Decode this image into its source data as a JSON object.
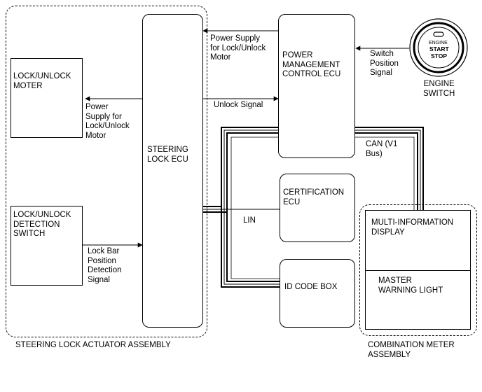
{
  "assemblies": {
    "steering_lock_actuator": "STEERING LOCK ACTUATOR ASSEMBLY",
    "combination_meter": "COMBINATION METER\nASSEMBLY"
  },
  "components": {
    "lock_unlock_motor": "LOCK/UNLOCK\nMOTER",
    "lock_unlock_detection_switch": "LOCK/UNLOCK\nDETECTION\nSWITCH",
    "steering_lock_ecu": "STEERING\nLOCK ECU",
    "power_management_ecu": "POWER\nMANAGEMENT\nCONTROL ECU",
    "certification_ecu": "CERTIFICATION\nECU",
    "id_code_box": "ID CODE BOX",
    "multi_information_display": "MULTI-INFORMATION\nDISPLAY",
    "master_warning_light": "MASTER\nWARNING LIGHT",
    "engine_switch": "ENGINE\nSWITCH"
  },
  "engine_button": {
    "line1": "ENGINE",
    "line2": "START",
    "line3": "STOP"
  },
  "signals": {
    "power_supply_motor_left": "Power\nSupply for\nLock/Unlock\nMotor",
    "power_supply_motor_top": "Power Supply\nfor Lock/Unlock\nMotor",
    "unlock_signal": "Unlock Signal",
    "switch_position_signal": "Switch\nPosition\nSignal",
    "lock_bar_position_signal": "Lock Bar\nPosition\nDetection\nSignal",
    "can_bus": "CAN (V1\nBus)",
    "lin": "LIN"
  }
}
